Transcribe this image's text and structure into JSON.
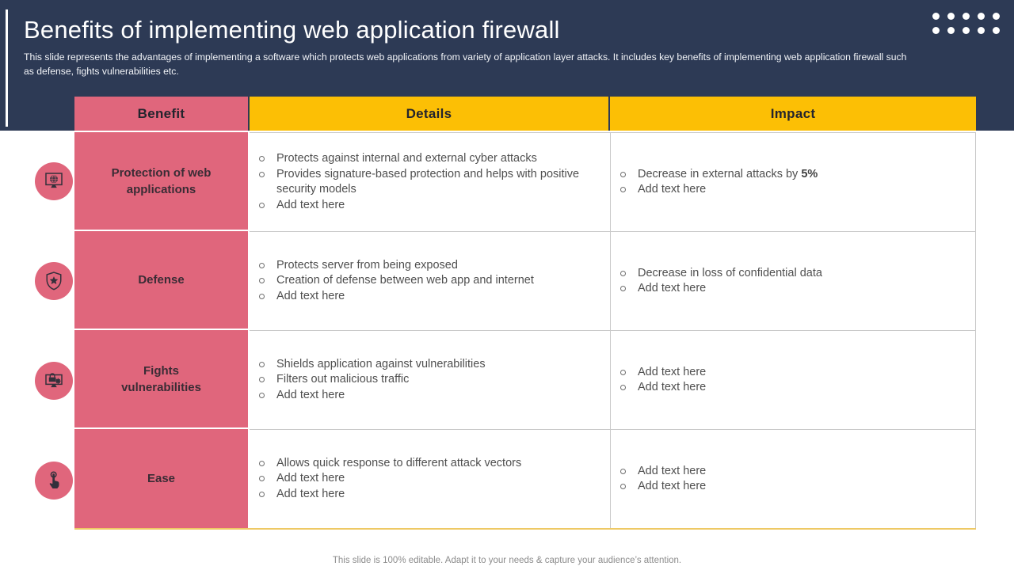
{
  "header": {
    "title": "Benefits of implementing web application firewall",
    "subtitle": "This slide represents the advantages of implementing a software which protects web applications from variety of application layer attacks. It includes key benefits of implementing web application firewall such as defense, fights vulnerabilities etc."
  },
  "table": {
    "columns": [
      "Benefit",
      "Details",
      "Impact"
    ],
    "rows": [
      {
        "icon": "globe-monitor-icon",
        "benefit": "Protection of web applications",
        "details": [
          "Protects against internal and external cyber attacks",
          "Provides signature-based protection and helps with positive security models",
          "Add text here"
        ],
        "impact": [
          {
            "text": "Decrease in external attacks by ",
            "bold": "5%"
          },
          {
            "text": "Add text here",
            "bold": ""
          }
        ]
      },
      {
        "icon": "shield-star-icon",
        "benefit": "Defense",
        "details": [
          "Protects server from being exposed",
          "Creation of defense between web app and internet",
          "Add text here"
        ],
        "impact": [
          {
            "text": "Decrease in loss of confidential data",
            "bold": ""
          },
          {
            "text": "Add text here",
            "bold": ""
          }
        ]
      },
      {
        "icon": "secure-monitor-icon",
        "benefit": "Fights vulnerabilities",
        "details": [
          "Shields application against vulnerabilities",
          "Filters out malicious traffic",
          "Add text here"
        ],
        "impact": [
          {
            "text": "Add text here",
            "bold": ""
          },
          {
            "text": "Add text here",
            "bold": ""
          }
        ]
      },
      {
        "icon": "pointing-hand-icon",
        "benefit": "Ease",
        "details": [
          "Allows quick response to different attack vectors",
          "Add text here",
          "Add text here"
        ],
        "impact": [
          {
            "text": "Add text here",
            "bold": ""
          },
          {
            "text": "Add text here",
            "bold": ""
          }
        ]
      }
    ]
  },
  "footer": {
    "note": "This slide is 100% editable. Adapt it to your needs & capture your audience’s attention."
  },
  "colors": {
    "navy": "#2d3a55",
    "pink": "#e0667c",
    "yellow": "#fcbf05",
    "table_border": "#c9c9c9",
    "bottom_rule": "#eec964",
    "body_text": "#4f4f4f"
  }
}
